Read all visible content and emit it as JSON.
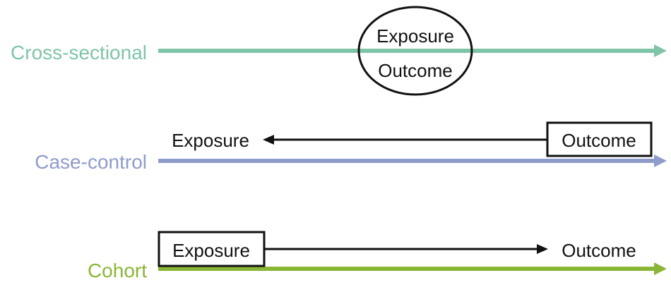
{
  "colors": {
    "cross_sectional": "#7fc4a7",
    "case_control": "#8e9ccc",
    "cohort": "#8ab636",
    "ink": "#111111"
  },
  "rows": {
    "cross_sectional": {
      "label": "Cross-sectional",
      "exposure": "Exposure",
      "outcome": "Outcome"
    },
    "case_control": {
      "label": "Case-control",
      "exposure": "Exposure",
      "outcome": "Outcome"
    },
    "cohort": {
      "label": "Cohort",
      "exposure": "Exposure",
      "outcome": "Outcome"
    }
  }
}
